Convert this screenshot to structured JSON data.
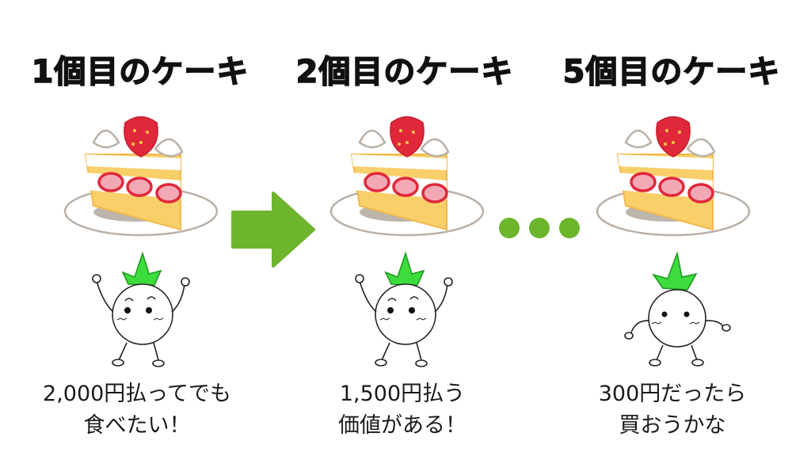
{
  "panels": [
    {
      "title": "1個目のケーキ",
      "caption_line1": "2,000円払ってでも",
      "caption_line2": "食べたい！",
      "character_pose": "arms-raised"
    },
    {
      "title": "2個目のケーキ",
      "caption_line1": "1,500円払う",
      "caption_line2": "価値がある！",
      "character_pose": "arms-raised"
    },
    {
      "title": "5個目のケーキ",
      "caption_line1": "300円だったら",
      "caption_line2": "買おうかな",
      "character_pose": "arms-down"
    }
  ],
  "connectors": {
    "arrow_icon": "right-arrow-icon",
    "ellipsis_icon": "ellipsis-dots-icon"
  },
  "colors": {
    "accent_green": "#6cb52d",
    "leaf_green": "#3ddc3d",
    "strawberry_red": "#e0283a",
    "sponge_yellow": "#f9cf6a",
    "cream_white": "#ffffff",
    "outline": "#222222"
  }
}
